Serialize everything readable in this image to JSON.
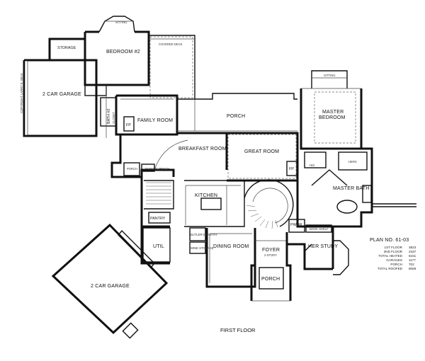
{
  "plan": {
    "number": "PLAN NO. 61-03",
    "floor_label": "FIRST FLOOR",
    "copyright": "COPYRIGHT LARRY E. BELK",
    "stats": [
      {
        "label": "1ST FLOOR",
        "value": "3823"
      },
      {
        "label": "2ND FLOOR",
        "value": "2337"
      },
      {
        "label": "TOTAL HEATED",
        "value": "6151"
      },
      {
        "label": "GARAGES",
        "value": "1177"
      },
      {
        "label": "PORCH",
        "value": "702"
      },
      {
        "label": "TOTAL ROOFED",
        "value": "8069"
      }
    ]
  },
  "rooms": {
    "sitting_top": "SITTING",
    "covered_deck": "COVERED DECK",
    "storage": "STORAGE",
    "bedroom2": "BEDROOM #2",
    "garage_top": "2 CAR GARAGE",
    "closet": "CLOSET",
    "bath2": "BATH #2",
    "family_room": "FAMILY ROOM",
    "fp_family": "FP",
    "porch_rear": "PORCH",
    "breakfast_room": "BREAKFAST ROOM",
    "great_room": "GREAT ROOM",
    "fp_great": "FP",
    "porch_side": "PORCH",
    "pass_bench": "PASSING BENCH",
    "kitchen": "KITCHEN",
    "pantry": "PANTRY",
    "util": "UTIL",
    "butlers_pantry": "BUTLER'S PANTRY",
    "wine_storage": "WINE STORAGE",
    "dining_room": "DINING ROOM",
    "foyer": "FOYER",
    "foyer_sub": "2-STORY",
    "porch_front": "PORCH",
    "pwdr": "PWDR",
    "her_study": "HER STUDY",
    "book_shelf": "BOOK SHELF",
    "sitting_master": "SITTING",
    "master_bedroom_l1": "MASTER",
    "master_bedroom_l2": "BEDROOM",
    "master_bath": "MASTER BATH",
    "his": "HIS",
    "hers": "HERS",
    "garage_bottom": "2 CAR GARAGE"
  }
}
